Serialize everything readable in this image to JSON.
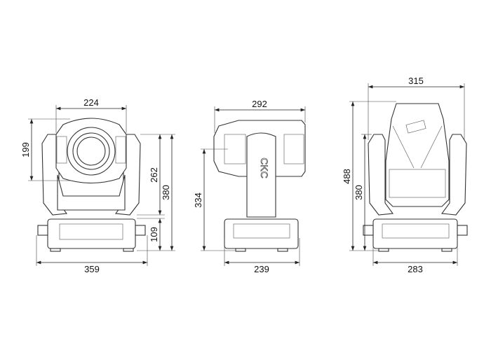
{
  "views": {
    "front": {
      "width_head": "224",
      "head_height": "199",
      "yoke_height": "262",
      "total_height": "380",
      "base_height": "109",
      "base_width": "359"
    },
    "side": {
      "head_depth": "292",
      "pivot_height": "334",
      "base_depth": "239"
    },
    "back": {
      "max_width": "315",
      "total_height": "488",
      "yoke_height": "380",
      "base_width": "283"
    }
  },
  "logo_text": "CKC"
}
